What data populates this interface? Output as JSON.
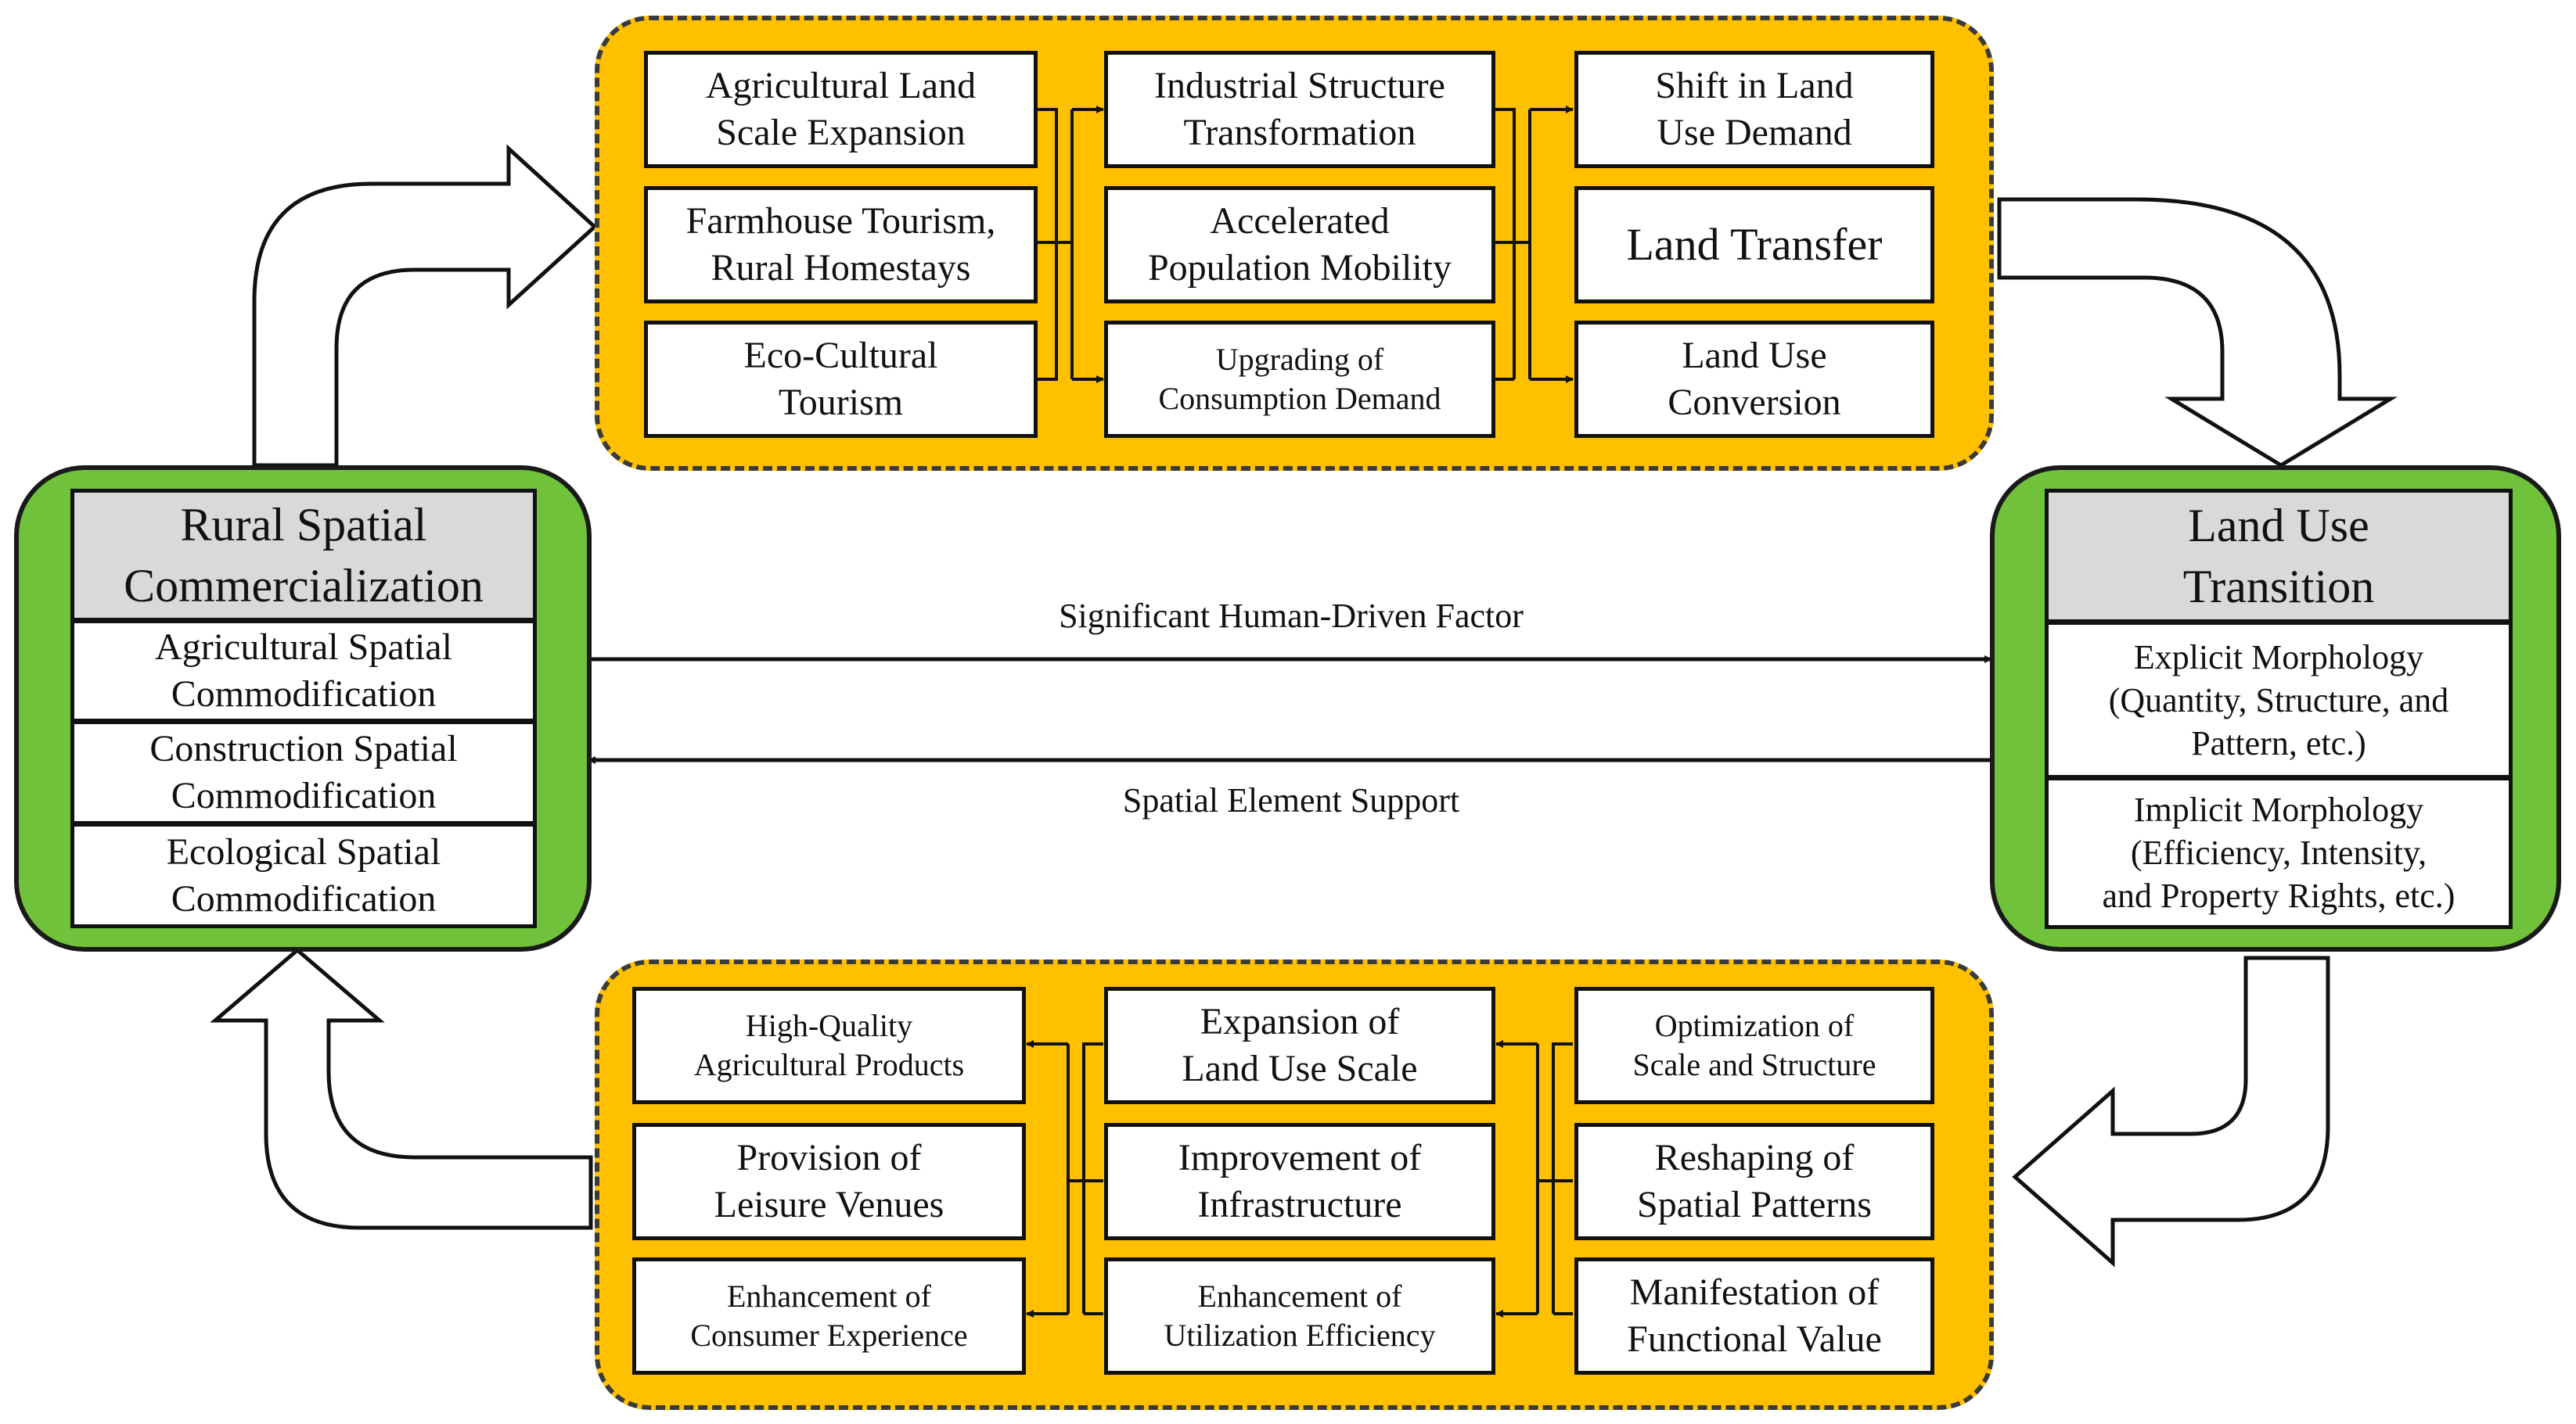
{
  "left_node": {
    "title": "Rural Spatial\nCommercialization",
    "items": [
      "Agricultural Spatial\nCommodification",
      "Construction Spatial\nCommodification",
      "Ecological Spatial\nCommodification"
    ]
  },
  "right_node": {
    "title": "Land Use\nTransition",
    "items": [
      "Explicit Morphology\n(Quantity, Structure, and\nPattern, etc.)",
      "Implicit Morphology\n(Efficiency, Intensity,\nand Property Rights, etc.)"
    ]
  },
  "top_panel": {
    "col1": [
      "Agricultural Land\nScale Expansion",
      "Farmhouse Tourism,\nRural Homestays",
      "Eco-Cultural\nTourism"
    ],
    "col2": [
      "Industrial Structure\nTransformation",
      "Accelerated\nPopulation Mobility",
      "Upgrading of\nConsumption Demand"
    ],
    "col3": [
      "Shift in Land\nUse Demand",
      "Land Transfer",
      "Land Use\nConversion"
    ]
  },
  "bottom_panel": {
    "col1": [
      "High-Quality\nAgricultural Products",
      "Provision of\nLeisure Venues",
      "Enhancement of\nConsumer Experience"
    ],
    "col2": [
      "Expansion of\nLand Use Scale",
      "Improvement of\nInfrastructure",
      "Enhancement of\nUtilization Efficiency"
    ],
    "col3": [
      "Optimization of\nScale and Structure",
      "Reshaping of\nSpatial Patterns",
      "Manifestation of\nFunctional Value"
    ]
  },
  "links": {
    "forward": "Significant Human-Driven Factor",
    "backward": "Spatial Element Support"
  },
  "colors": {
    "panel_fill": "#FFC000",
    "node_fill": "#70C23A",
    "header_fill": "#D9D9D9"
  }
}
